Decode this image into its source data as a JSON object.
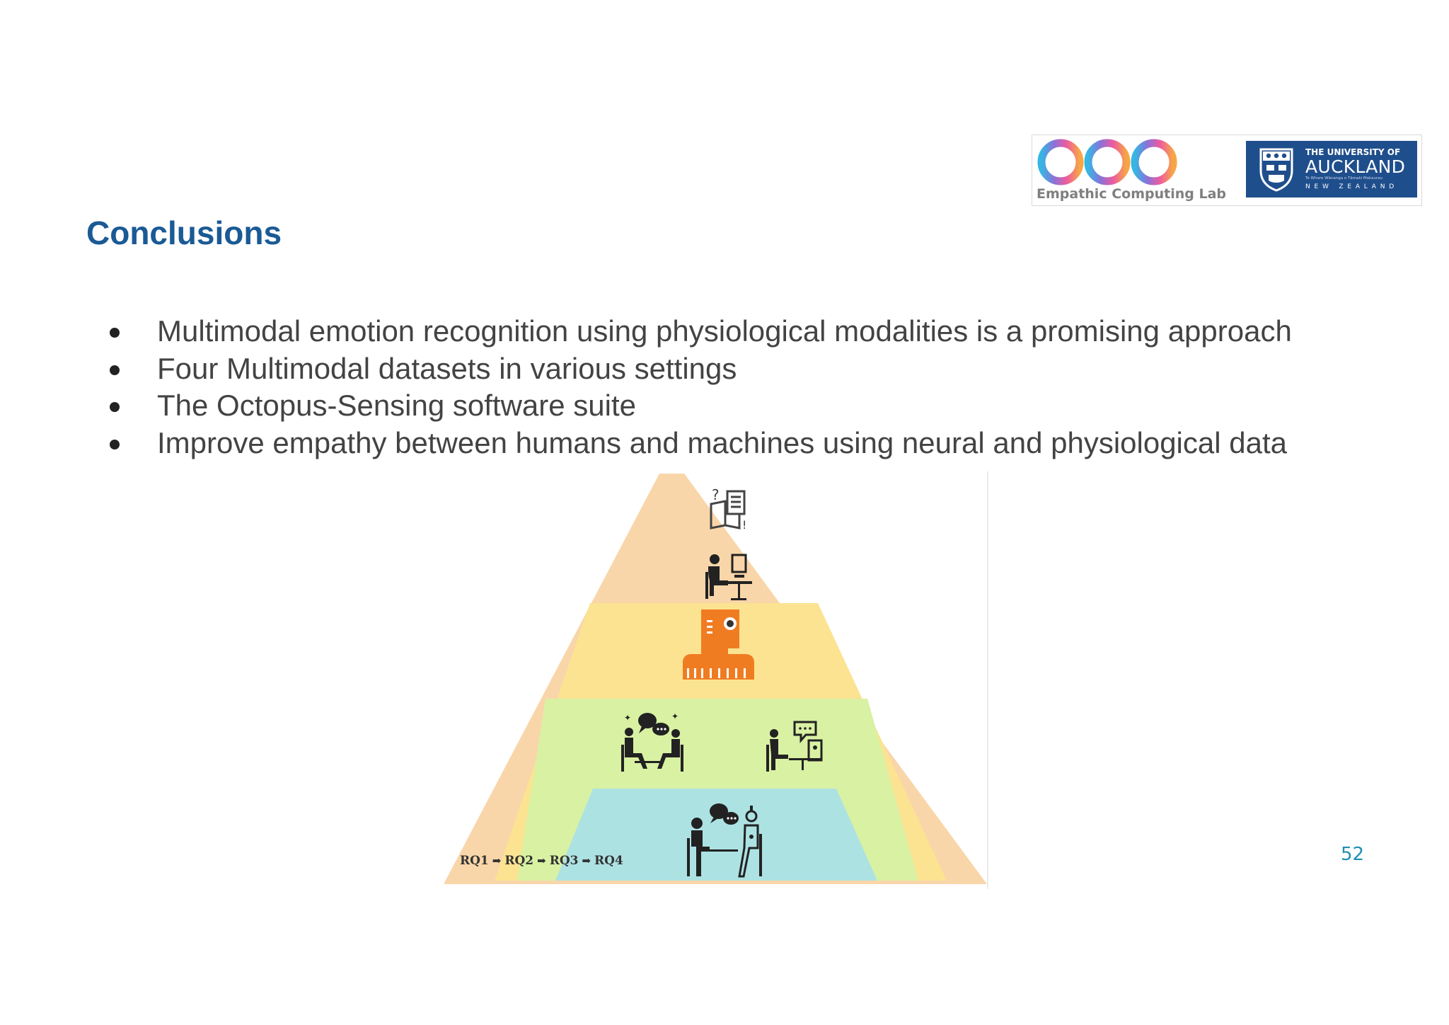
{
  "slide": {
    "title": "Conclusions",
    "bullets": [
      "Multimodal emotion recognition using physiological modalities is a promising approach",
      "Four Multimodal datasets in various settings",
      "The Octopus-Sensing software suite",
      "Improve empathy between humans and machines using neural and physiological data"
    ],
    "page_number": "52"
  },
  "logos": {
    "lab_name": "Empathic Computing Lab",
    "university_line1": "THE UNIVERSITY OF",
    "university_line2": "AUCKLAND",
    "university_line3": "Te Whare Wānanga o Tāmaki Makaurau",
    "university_line4": "NEW ZEALAND"
  },
  "figure": {
    "rq_labels": [
      "RQ1",
      "RQ2",
      "RQ3",
      "RQ4"
    ],
    "layer_colors": [
      "#f9d6a9",
      "#fbe391",
      "#d9f1a3",
      "#ade2e3"
    ],
    "icons": [
      "book-question-icon",
      "person-at-computer-icon",
      "robot-head-icon",
      "group-conversation-icon",
      "person-video-call-icon",
      "human-robot-conversation-icon"
    ]
  }
}
